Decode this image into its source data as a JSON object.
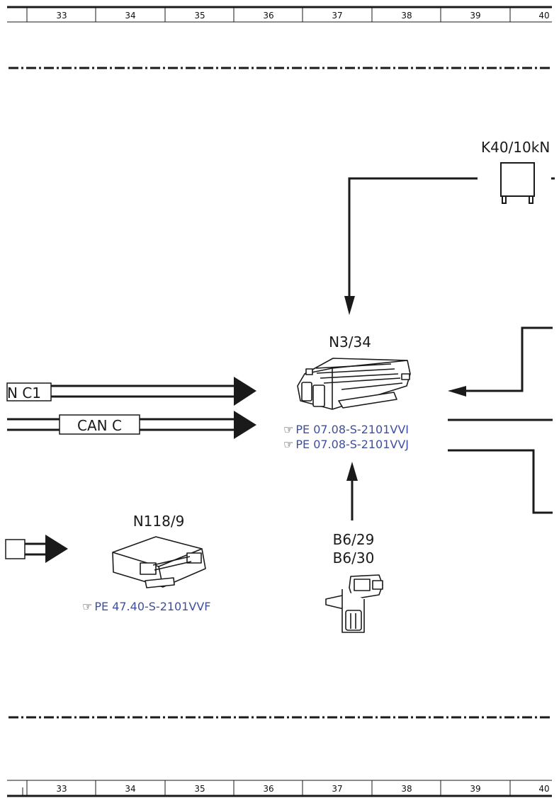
{
  "grid": {
    "columns_top": [
      "33",
      "34",
      "35",
      "36",
      "37",
      "38",
      "39",
      "40"
    ],
    "columns_bottom": [
      "33",
      "34",
      "35",
      "36",
      "37",
      "38",
      "39",
      "40"
    ]
  },
  "components": {
    "relay": {
      "label": "K40/10kN"
    },
    "ecu": {
      "label": "N3/34",
      "refs": [
        "PE 07.08-S-2101VVI",
        "PE 07.08-S-2101VVJ"
      ]
    },
    "module": {
      "label": "N118/9",
      "refs": [
        "PE 47.40-S-2101VVF"
      ]
    },
    "sensor": {
      "label_line1": "B6/29",
      "label_line2": "B6/30"
    }
  },
  "buses": {
    "can_c1": "N C1",
    "can_c": "CAN C"
  },
  "icons": {
    "reference": "pointing-hand-icon"
  },
  "colors": {
    "reference_text": "#3f4fa0",
    "line": "#1a1a1a"
  }
}
